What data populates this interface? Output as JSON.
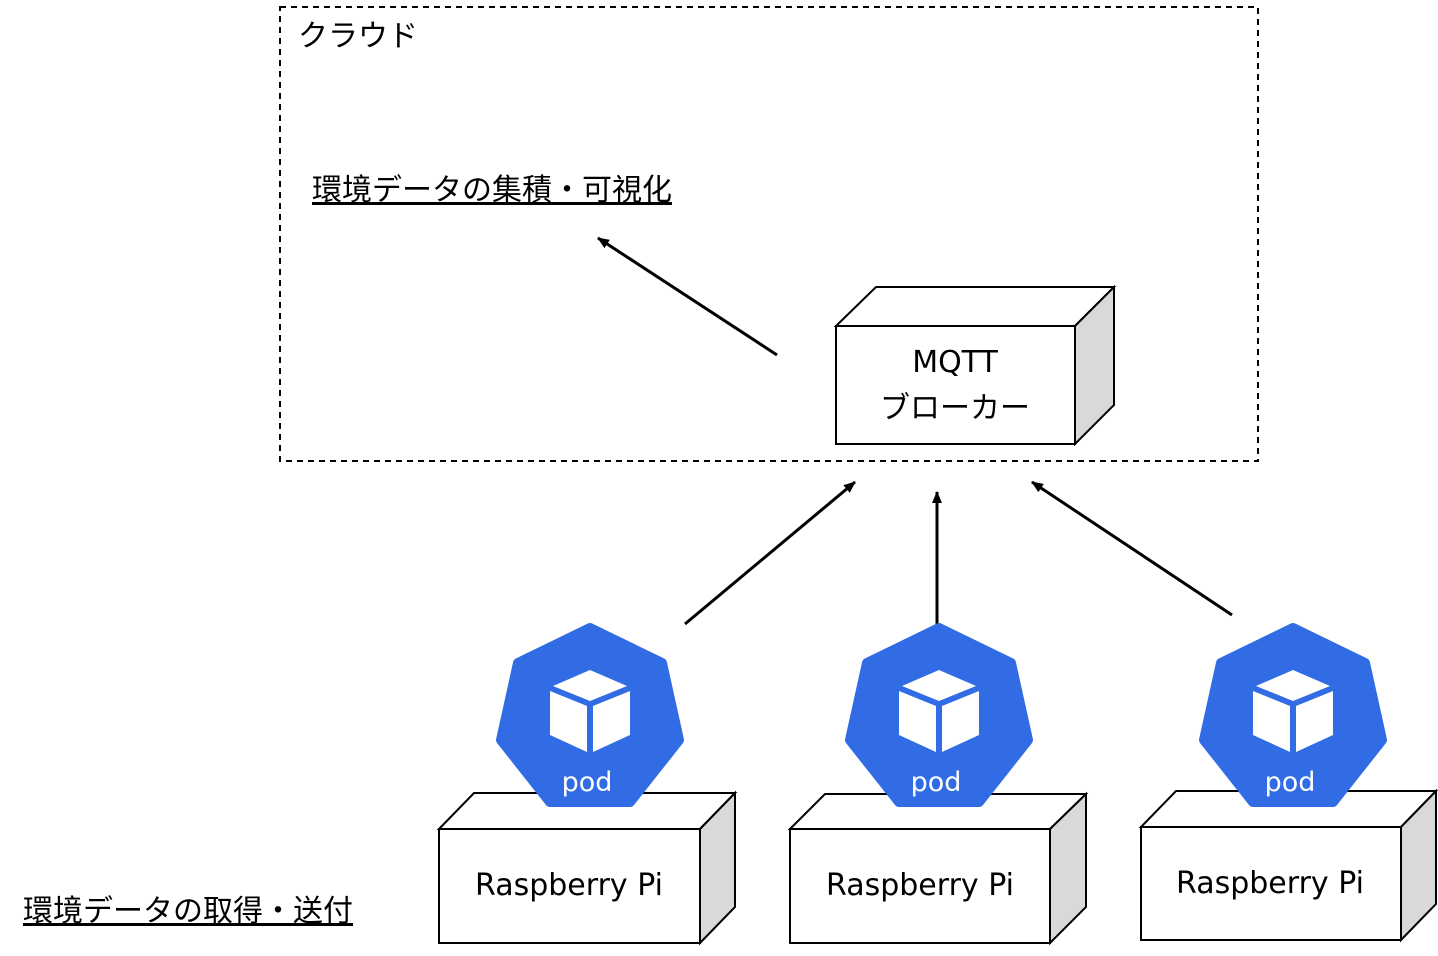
{
  "cloud": {
    "label": "クラウド"
  },
  "aggregation": {
    "label": "環境データの集積・可視化"
  },
  "broker": {
    "line1": "MQTT",
    "line2": "ブローカー"
  },
  "edge": {
    "label": "環境データの取得・送付"
  },
  "devices": [
    {
      "name": "Raspberry Pi",
      "pod_label": "pod"
    },
    {
      "name": "Raspberry Pi",
      "pod_label": "pod"
    },
    {
      "name": "Raspberry Pi",
      "pod_label": "pod"
    }
  ],
  "colors": {
    "pod": "#326ce5",
    "box_side": "#d9d9d9",
    "line": "#000000"
  },
  "icons": {
    "pod": "kubernetes-pod-icon"
  }
}
